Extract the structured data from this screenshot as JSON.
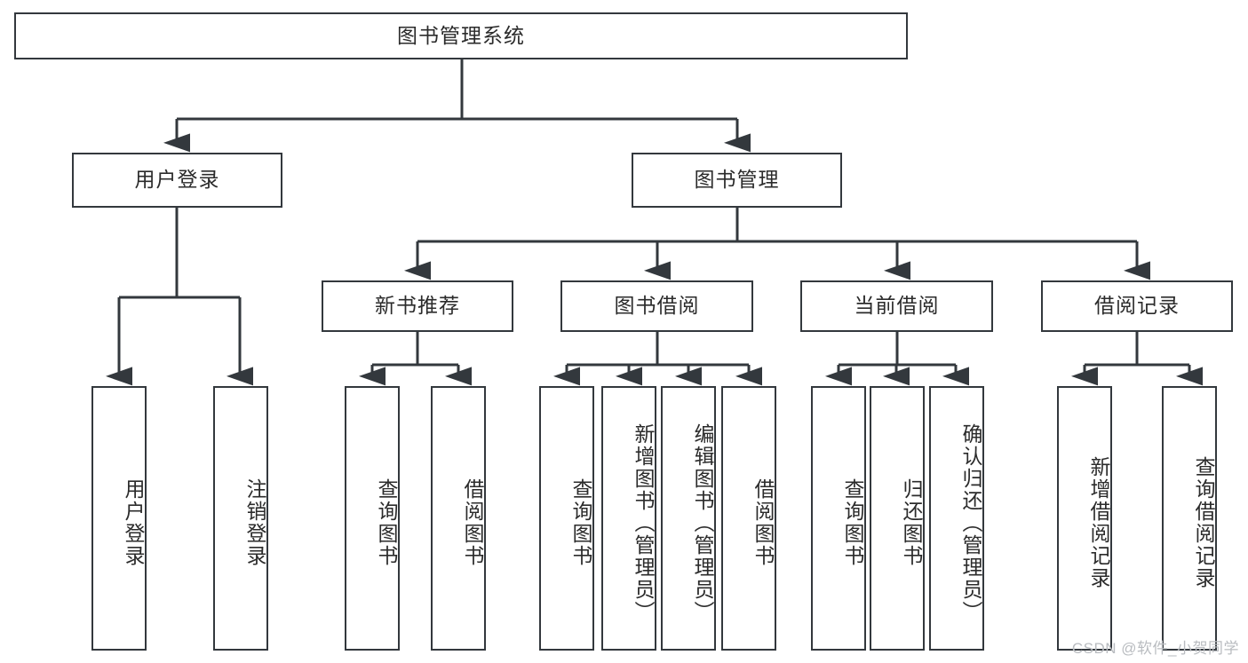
{
  "diagram": {
    "type": "tree-hierarchy",
    "title": "图书管理系统",
    "orientation": "top-down",
    "colors": {
      "box_border": "#33383d",
      "box_fill": "#ffffff",
      "connector": "#33383d",
      "text": "#2b2b2b",
      "watermark": "#b9bcc0",
      "background": "#ffffff"
    },
    "root": {
      "id": "root",
      "label": "图书管理系统",
      "text_direction": "horizontal"
    },
    "level2": [
      {
        "id": "user-login",
        "label": "用户登录",
        "text_direction": "horizontal"
      },
      {
        "id": "book-manage",
        "label": "图书管理",
        "text_direction": "horizontal"
      }
    ],
    "level3": [
      {
        "id": "new-book-recommend",
        "label": "新书推荐",
        "parent": "book-manage",
        "text_direction": "horizontal"
      },
      {
        "id": "book-borrow",
        "label": "图书借阅",
        "parent": "book-manage",
        "text_direction": "horizontal"
      },
      {
        "id": "current-borrow",
        "label": "当前借阅",
        "parent": "book-manage",
        "text_direction": "horizontal"
      },
      {
        "id": "borrow-record",
        "label": "借阅记录",
        "parent": "book-manage",
        "text_direction": "horizontal"
      }
    ],
    "leaves": [
      {
        "id": "leaf-user-login",
        "label": "用户登录",
        "parent": "user-login",
        "text_direction": "vertical"
      },
      {
        "id": "leaf-user-logout",
        "label": "注销登录",
        "parent": "user-login",
        "text_direction": "vertical"
      },
      {
        "id": "leaf-rec-query-book",
        "label": "查询图书",
        "parent": "new-book-recommend",
        "text_direction": "vertical"
      },
      {
        "id": "leaf-rec-borrow-book",
        "label": "借阅图书",
        "parent": "new-book-recommend",
        "text_direction": "vertical"
      },
      {
        "id": "leaf-borrow-query-book",
        "label": "查询图书",
        "parent": "book-borrow",
        "text_direction": "vertical"
      },
      {
        "id": "leaf-borrow-add-book",
        "label": "新增图书（管理员）",
        "parent": "book-borrow",
        "text_direction": "vertical"
      },
      {
        "id": "leaf-borrow-edit-book",
        "label": "编辑图书（管理员）",
        "parent": "book-borrow",
        "text_direction": "vertical"
      },
      {
        "id": "leaf-borrow-borrow-book",
        "label": "借阅图书",
        "parent": "book-borrow",
        "text_direction": "vertical"
      },
      {
        "id": "leaf-current-query-book",
        "label": "查询图书",
        "parent": "current-borrow",
        "text_direction": "vertical"
      },
      {
        "id": "leaf-current-return-book",
        "label": "归还图书",
        "parent": "current-borrow",
        "text_direction": "vertical"
      },
      {
        "id": "leaf-current-confirm-return",
        "label": "确认归还（管理员）",
        "parent": "current-borrow",
        "text_direction": "vertical"
      },
      {
        "id": "leaf-record-add",
        "label": "新增借阅记录",
        "parent": "borrow-record",
        "text_direction": "vertical"
      },
      {
        "id": "leaf-record-query",
        "label": "查询借阅记录",
        "parent": "borrow-record",
        "text_direction": "vertical"
      }
    ]
  },
  "watermark": {
    "text": "CSDN @软件_小贺同学"
  }
}
